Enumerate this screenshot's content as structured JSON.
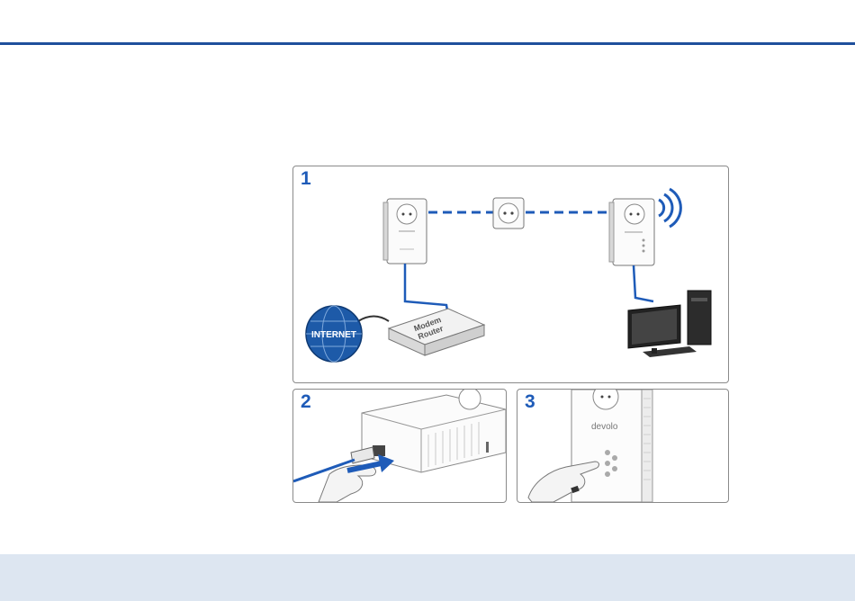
{
  "figure": {
    "panels": [
      {
        "number": "1"
      },
      {
        "number": "2"
      },
      {
        "number": "3"
      }
    ],
    "labels": {
      "internet": "INTERNET",
      "router_line1": "Modem",
      "router_line2": "Router",
      "brand": "devolo"
    }
  },
  "colors": {
    "rule": "#1f4f9c",
    "footer": "#dde6f1",
    "accent_blue": "#1e5bb8"
  }
}
